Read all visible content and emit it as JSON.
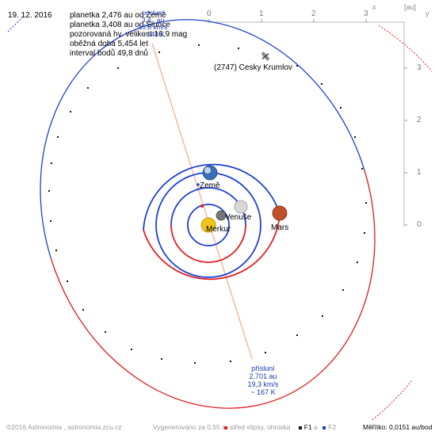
{
  "date": "19. 12. 2016",
  "info_lines": [
    "planetka 2,476 au od Země",
    "planetka 3,408 au od Slunce",
    "pozorovaná hv. velikost 16,9 mag",
    "oběžná doba 5,454 let",
    "interval bodů 49,8 dnů"
  ],
  "axis": {
    "unit": "[au]",
    "x_label": "x",
    "y_label": "y",
    "x_ticks": [
      "0",
      "1",
      "2",
      "3"
    ],
    "y_ticks": [
      "3",
      "2",
      "1",
      "0"
    ]
  },
  "bodies": {
    "asteroid": "(2747) Cesky Krumlov",
    "earth": "Země",
    "venus": "Venuše",
    "mercury": "Merkur",
    "mars": "Mars"
  },
  "aphelion": [
    "odsluní",
    "3,4.. au",
    "15,8 km/s",
    "~ 148 K"
  ],
  "perihelion": [
    "přísluní",
    "2,701 au",
    "19,3 km/s",
    "~ 167 K"
  ],
  "footer": {
    "copyright": "©2016 Astronomia , astronomia.zcu.cz",
    "generated": "Vygenerováno za 0,55 s",
    "legend_center": "střed elipsy, ohniska",
    "legend_f1": "F1",
    "legend_a": "a",
    "legend_f2": "F2",
    "scale": "Měřítko: 0,0151 au/bod"
  },
  "colors": {
    "orbit_blue": "#1e3fd0",
    "orbit_red": "#e01c1c",
    "line_axis": "#f2b59a",
    "tick_grey": "#8c8c8c",
    "aphelion_text": "#1a3aa8"
  }
}
